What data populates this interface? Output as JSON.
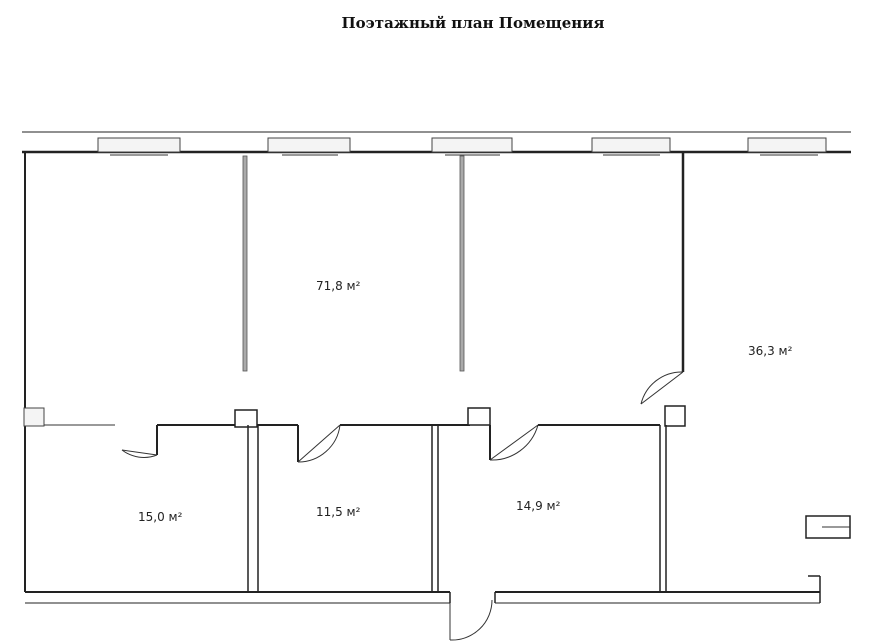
{
  "title": "Поэтажный план Помещения",
  "rooms": [
    {
      "id": "large-room",
      "label": "71,8 м²"
    },
    {
      "id": "side-room",
      "label": "36,3 м²"
    },
    {
      "id": "room-a",
      "label": "15,0 м²"
    },
    {
      "id": "room-b",
      "label": "11,5 м²"
    },
    {
      "id": "room-c",
      "label": "14,9 м²"
    }
  ]
}
